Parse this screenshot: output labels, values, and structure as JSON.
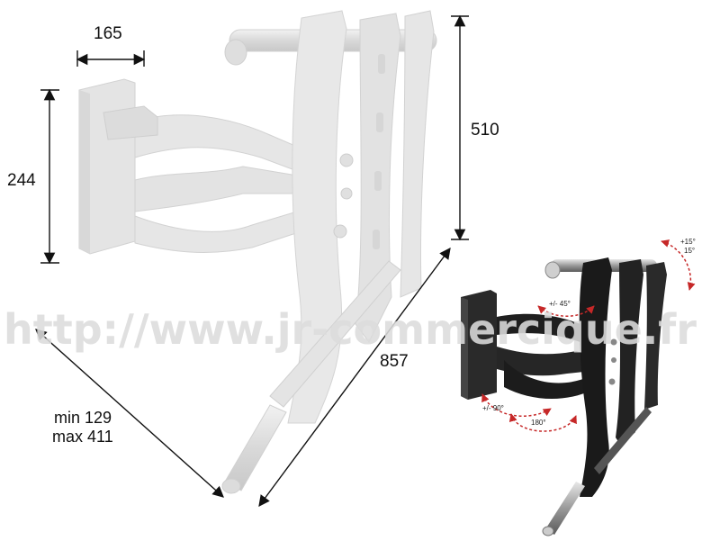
{
  "dimensions": {
    "arm_depth": "165",
    "plate_height": "244",
    "bracket_height": "510",
    "bracket_width": "857",
    "extension_min": "min 129",
    "extension_max": "max 411"
  },
  "rotation_labels": {
    "tilt": [
      "+15°",
      "15°"
    ],
    "swivel_top": "+/- 45°",
    "swivel_bottom": "+/- 90°",
    "rotate": "180°"
  },
  "watermark": "http://www.jr-commercique.fr",
  "colors": {
    "ghost_mount": "#e6e6e6",
    "ghost_mount_edge": "#d2d2d2",
    "product_dark": "#1e1e1e",
    "arrow_red": "#c62828",
    "watermark": "#e0e0e0"
  }
}
